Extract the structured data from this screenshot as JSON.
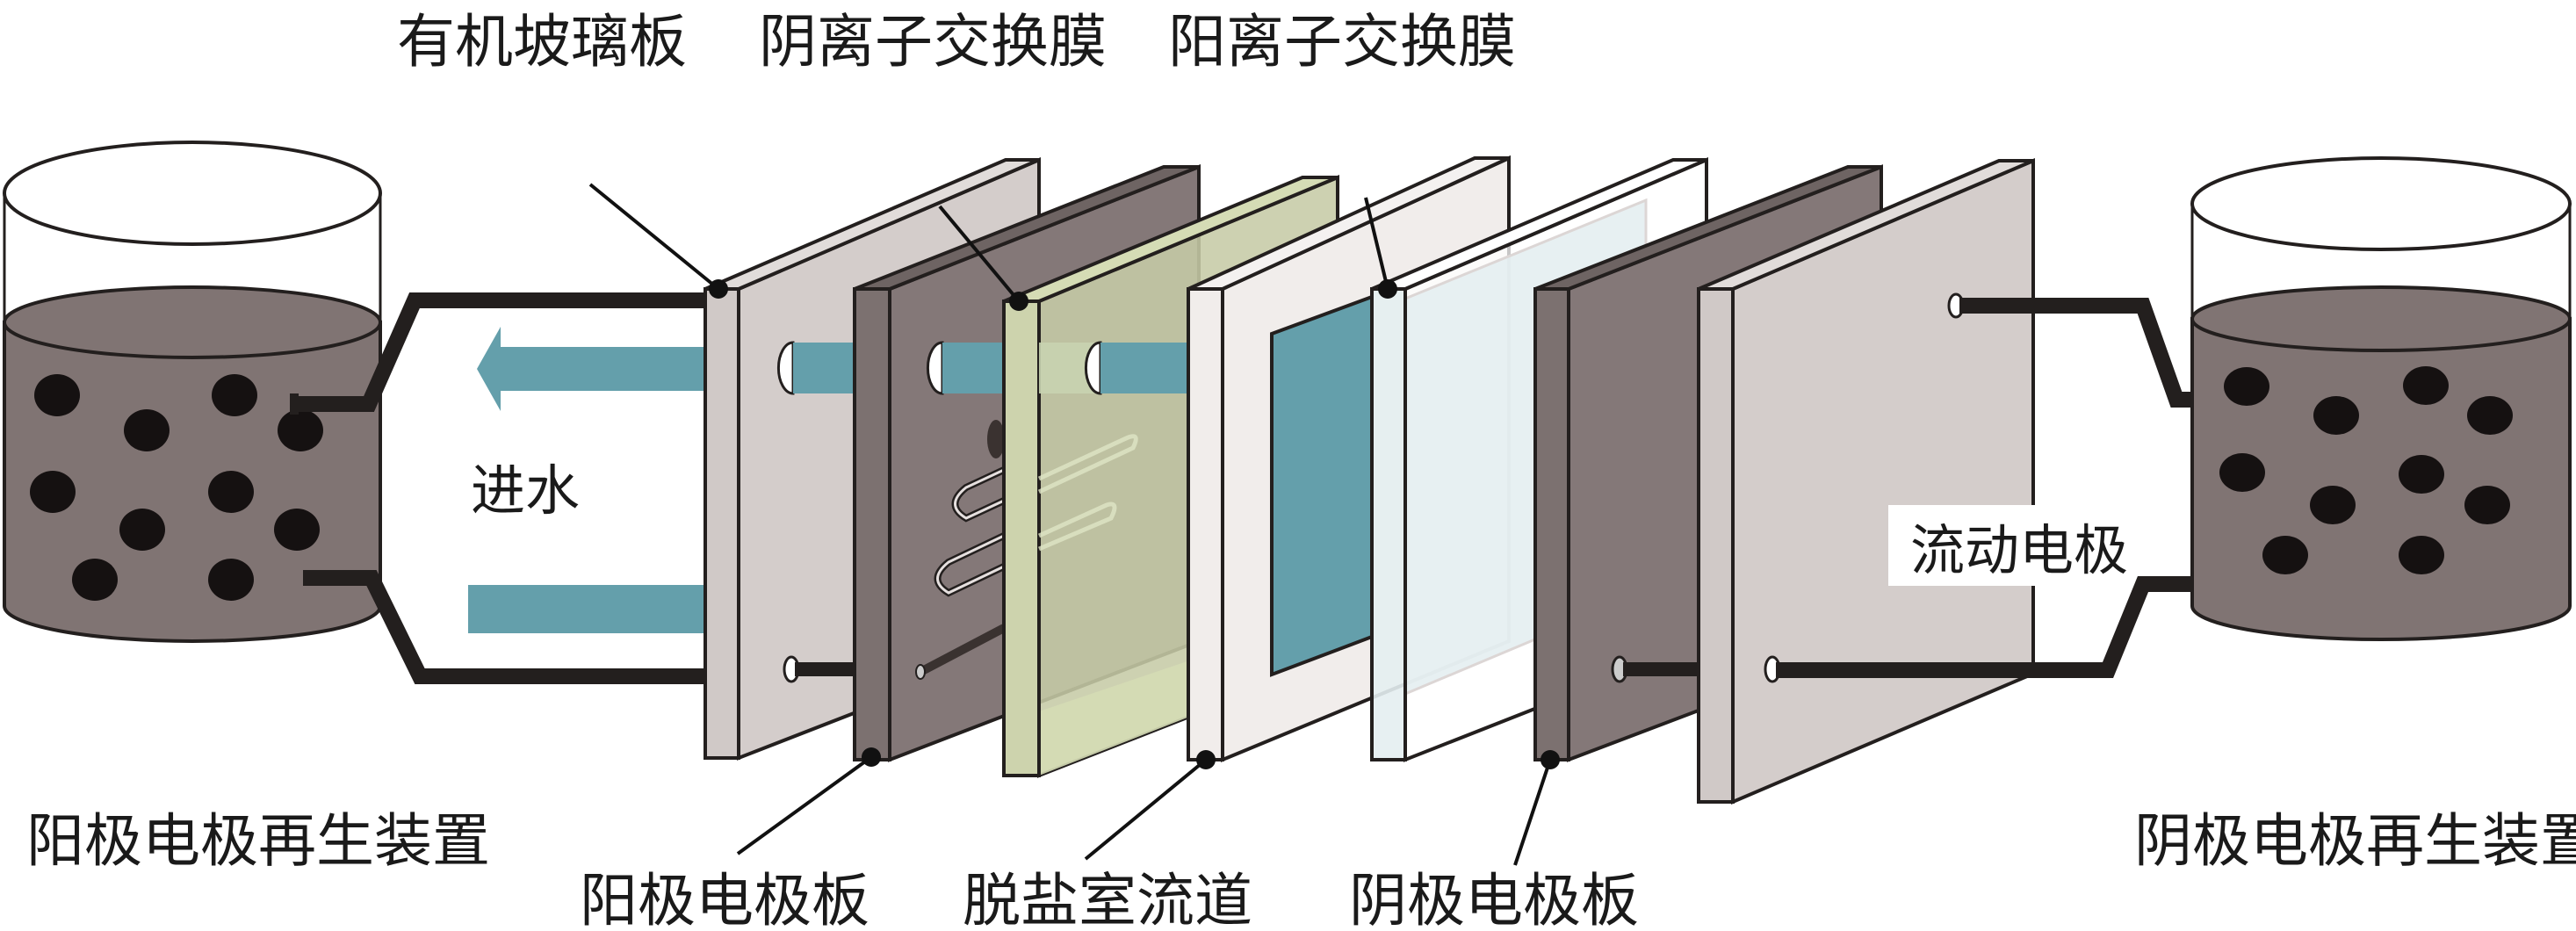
{
  "figure": {
    "labels": {
      "plexiglass_plate": "有机坡璃板",
      "anion_exchange_membrane": "阴离子交换膜",
      "cation_exchange_membrane": "阳离子交换膜",
      "water_inlet": "进水",
      "flow_electrode": "流动电极",
      "anode_regeneration_device": "阳极电极再生装置",
      "anode_plate": "阳极电极板",
      "desalination_channel": "脱盐室流道",
      "cathode_plate": "阴极电极板",
      "cathode_regeneration_device": "阴极电极再生装置"
    },
    "colors": {
      "plexiglass": "#d4cdcb",
      "electrode_plate": "#847878",
      "anion_membrane": "#c6cba6",
      "desalination_frame": "#f1edeb",
      "channel_window": "#649fab",
      "cation_membrane": "#e4eef1",
      "electrolyte": "#807473",
      "particle": "#151111",
      "water_arrow": "#649fab"
    }
  }
}
